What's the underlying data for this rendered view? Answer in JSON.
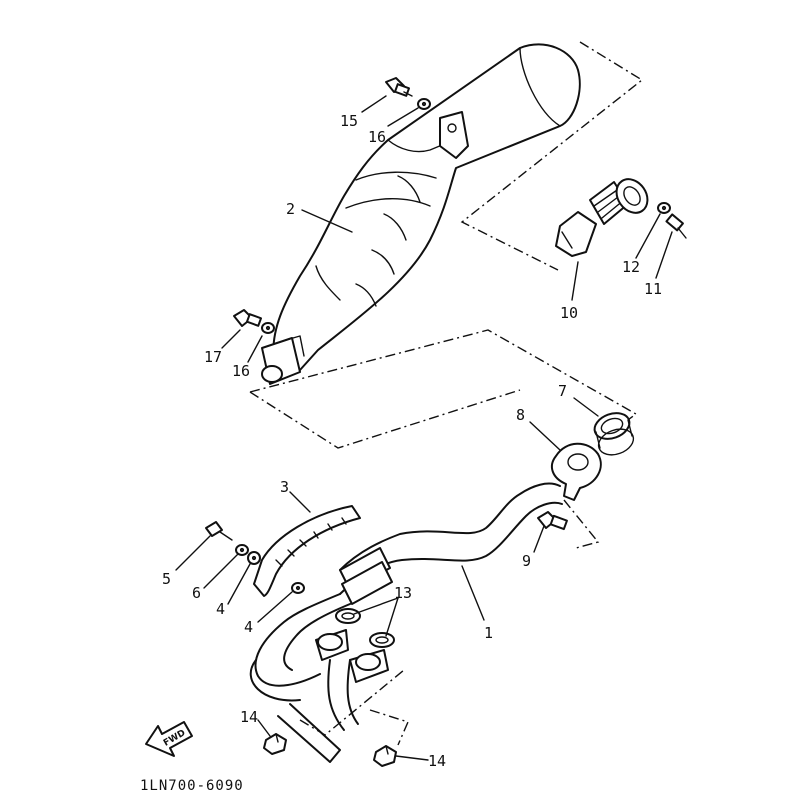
{
  "diagram": {
    "reference_code": "1LN700-6090",
    "fwd_arrow_label": "FWD",
    "callouts": [
      {
        "id": "c15",
        "label": "15"
      },
      {
        "id": "c16a",
        "label": "16"
      },
      {
        "id": "c2",
        "label": "2"
      },
      {
        "id": "c17",
        "label": "17"
      },
      {
        "id": "c16b",
        "label": "16"
      },
      {
        "id": "c10",
        "label": "10"
      },
      {
        "id": "c12",
        "label": "12"
      },
      {
        "id": "c11",
        "label": "11"
      },
      {
        "id": "c7",
        "label": "7"
      },
      {
        "id": "c8",
        "label": "8"
      },
      {
        "id": "c9",
        "label": "9"
      },
      {
        "id": "c3",
        "label": "3"
      },
      {
        "id": "c5",
        "label": "5"
      },
      {
        "id": "c6",
        "label": "6"
      },
      {
        "id": "c4a",
        "label": "4"
      },
      {
        "id": "c4b",
        "label": "4"
      },
      {
        "id": "c13",
        "label": "13"
      },
      {
        "id": "c1",
        "label": "1"
      },
      {
        "id": "c14a",
        "label": "14"
      },
      {
        "id": "c14b",
        "label": "14"
      }
    ]
  }
}
